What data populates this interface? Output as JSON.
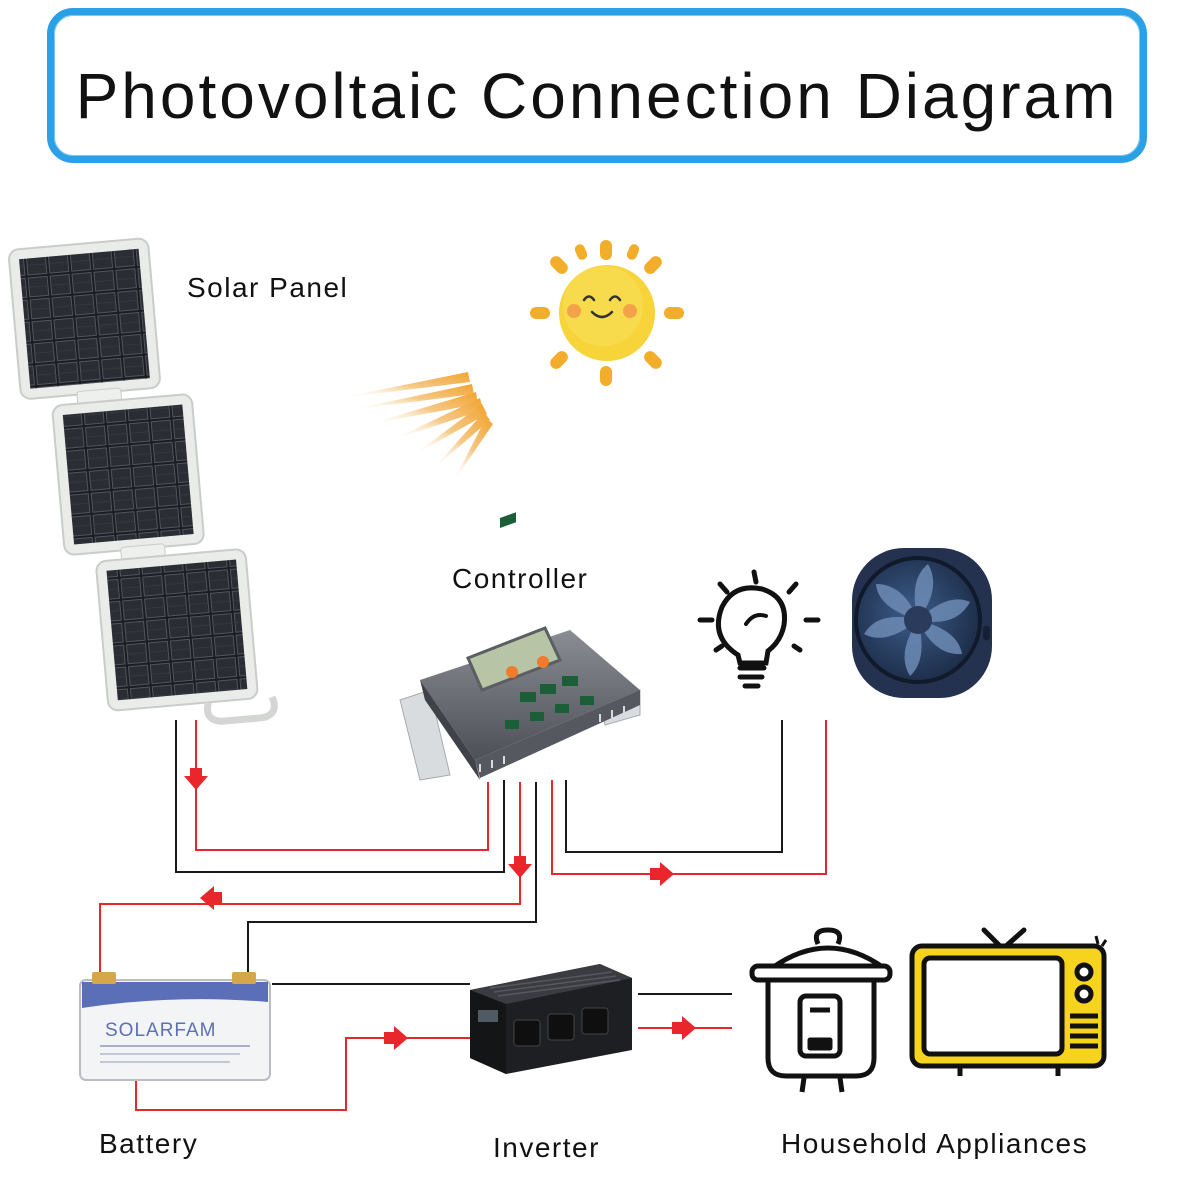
{
  "title": "Photovoltaic Connection Diagram",
  "labels": {
    "solar_panel": "Solar Panel",
    "controller": "Controller",
    "battery": "Battery",
    "inverter": "Inverter",
    "household_appliances": "Household Appliances"
  },
  "battery_brand": "SOLARFAM",
  "colors": {
    "frame_blue": "#2aa0e6",
    "wire_red": "#e8262b",
    "wire_black": "#1a1a1a",
    "sun_yellow": "#f7c531",
    "tv_yellow": "#f6d31c"
  },
  "icons": [
    "sun-icon",
    "light-bulb-icon",
    "fan-icon",
    "rice-cooker-icon",
    "tv-icon"
  ]
}
